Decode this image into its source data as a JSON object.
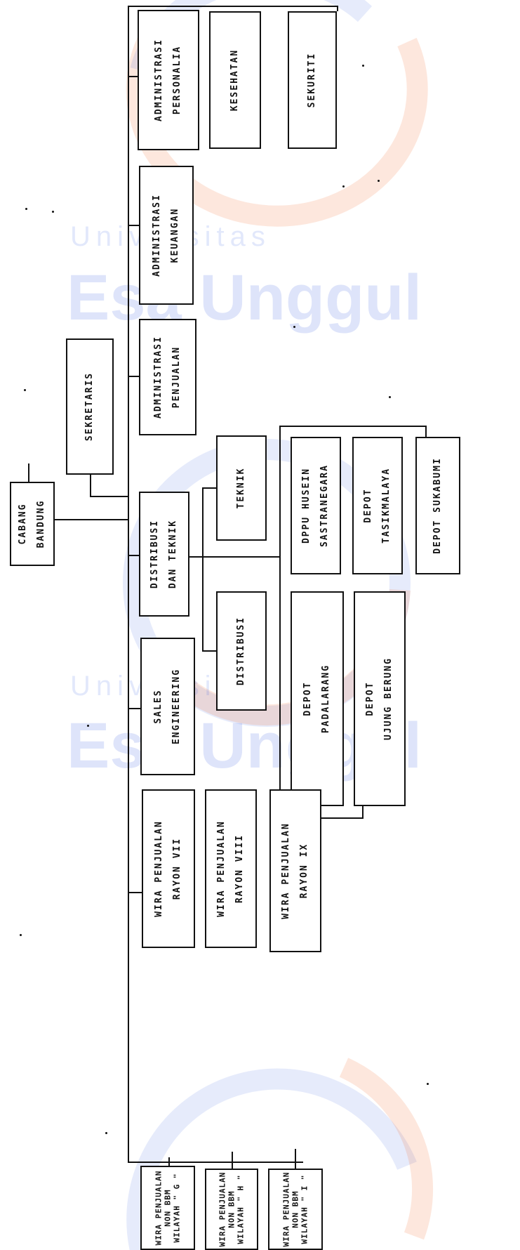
{
  "watermark": {
    "university": "Universitas",
    "name": "Esa Unggul",
    "colors": {
      "blue": "#2f5ae0",
      "orange": "#f36a2a"
    }
  },
  "org": {
    "root": "CABANG\nBANDUNG",
    "secretary": "SEKRETARIS",
    "departments": {
      "admin_personalia": "ADMINISTRASI\nPERSONALIA",
      "kesehatan": "KESEHATAN",
      "sekuriti": "SEKURITI",
      "admin_keuangan": "ADMINISTRASI\nKEUANGAN",
      "admin_penjualan": "ADMINISTRASI\nPENJUALAN",
      "distribusi_teknik": "DISTRIBUSI\nDAN TEKNIK",
      "teknik": "TEKNIK",
      "distribusi": "DISTRIBUSI",
      "sales_engineering": "SALES\nENGINEERING"
    },
    "depots": {
      "husein": "DPPU HUSEIN\nSASTRANEGARA",
      "tasikmalaya": "DEPOT\nTASIKMALAYA",
      "sukabumi": "DEPOT SUKABUMI",
      "padalarang": "DEPOT\nPADALARANG",
      "ujung_berung": "DEPOT\nUJUNG BERUNG"
    },
    "rayon": {
      "vii": "WIRA PENJUALAN\nRAYON VII",
      "viii": "WIRA PENJUALAN\nRAYON VIII",
      "ix": "WIRA PENJUALAN\nRAYON IX"
    },
    "wilayah": {
      "g": "WIRA PENJUALAN\nNON BBM\nWILAYAH \" G \"",
      "h": "WIRA PENJUALAN\nNON BBM\nWILAYAH \" H \"",
      "i": "WIRA PENJUALAN\nNON BBM\nWILAYAH \" I \""
    }
  }
}
